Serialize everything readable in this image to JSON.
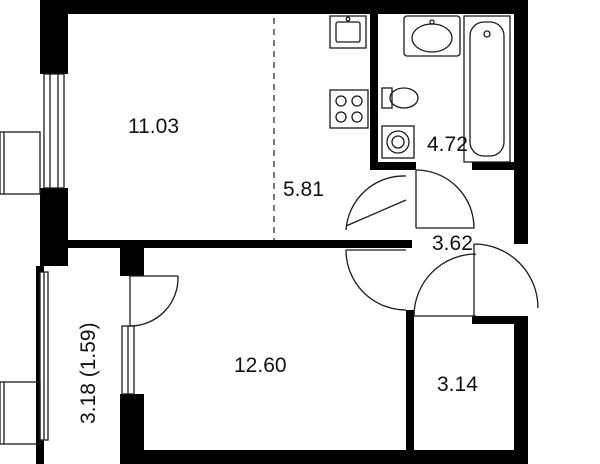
{
  "rooms": {
    "living_room": {
      "area": "11.03"
    },
    "kitchen": {
      "area": "5.81"
    },
    "bathroom": {
      "area": "4.72"
    },
    "hallway": {
      "area": "3.62"
    },
    "bedroom": {
      "area": "12.60"
    },
    "balcony": {
      "area": "3.18 (1.59)"
    },
    "closet": {
      "area": "3.14"
    }
  },
  "colors": {
    "wall": "#000000",
    "line": "#1a1a1a",
    "background": "#ffffff"
  },
  "icons": [
    "sink-icon",
    "stove-icon",
    "toilet-icon",
    "bathtub-icon",
    "washbasin-icon",
    "washing-machine-icon",
    "door-icon",
    "window-icon"
  ]
}
